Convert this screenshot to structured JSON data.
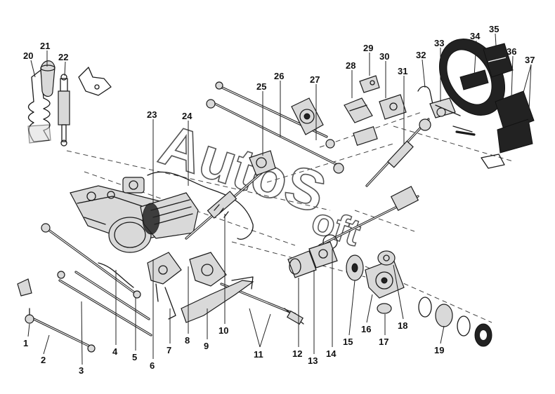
{
  "watermark": {
    "part1": "AutoS",
    "part2": "oft"
  },
  "callouts": [
    "1",
    "2",
    "3",
    "4",
    "5",
    "6",
    "7",
    "8",
    "9",
    "10",
    "11",
    "12",
    "13",
    "14",
    "15",
    "16",
    "17",
    "18",
    "19",
    "20",
    "21",
    "22",
    "23",
    "24",
    "25",
    "26",
    "27",
    "28",
    "29",
    "30",
    "31",
    "32",
    "33",
    "34",
    "35",
    "36",
    "37"
  ]
}
